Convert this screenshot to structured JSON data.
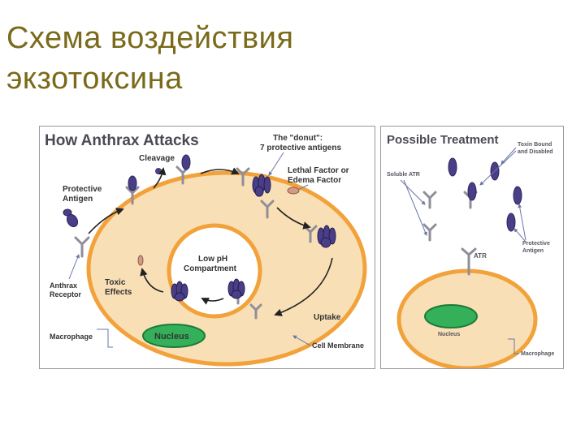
{
  "slide": {
    "title_line1": "Схема воздействия",
    "title_line2": "экзотоксина"
  },
  "left_panel": {
    "heading": "How Anthrax Attacks",
    "donut_line1": "The \"donut\":",
    "donut_line2": "7 protective antigens",
    "cleavage": "Cleavage",
    "protective_antigen_1": "Protective",
    "protective_antigen_2": "Antigen",
    "lethal_factor_1": "Lethal Factor or",
    "lethal_factor_2": "Edema Factor",
    "low_ph_1": "Low pH",
    "low_ph_2": "Compartment",
    "anthrax_receptor_1": "Anthrax",
    "anthrax_receptor_2": "Receptor",
    "toxic_effects_1": "Toxic",
    "toxic_effects_2": "Effects",
    "uptake": "Uptake",
    "macrophage": "Macrophage",
    "nucleus": "Nucleus",
    "cell_membrane": "Cell Membrane"
  },
  "right_panel": {
    "heading": "Possible Treatment",
    "toxin_bound_1": "Toxin Bound",
    "toxin_bound_2": "and Disabled",
    "soluble_atr": "Soluble ATR",
    "atr": "ATR",
    "protective_antigen_1": "Protective",
    "protective_antigen_2": "Antigen",
    "nucleus": "Nucleus",
    "macrophage": "Macrophage"
  },
  "colors": {
    "cell_fill": "#f8dfb5",
    "membrane": "#f2a23a",
    "nucleus": "#35b05a",
    "toxin": "#4a3f86",
    "receptor": "#8f8e99"
  }
}
